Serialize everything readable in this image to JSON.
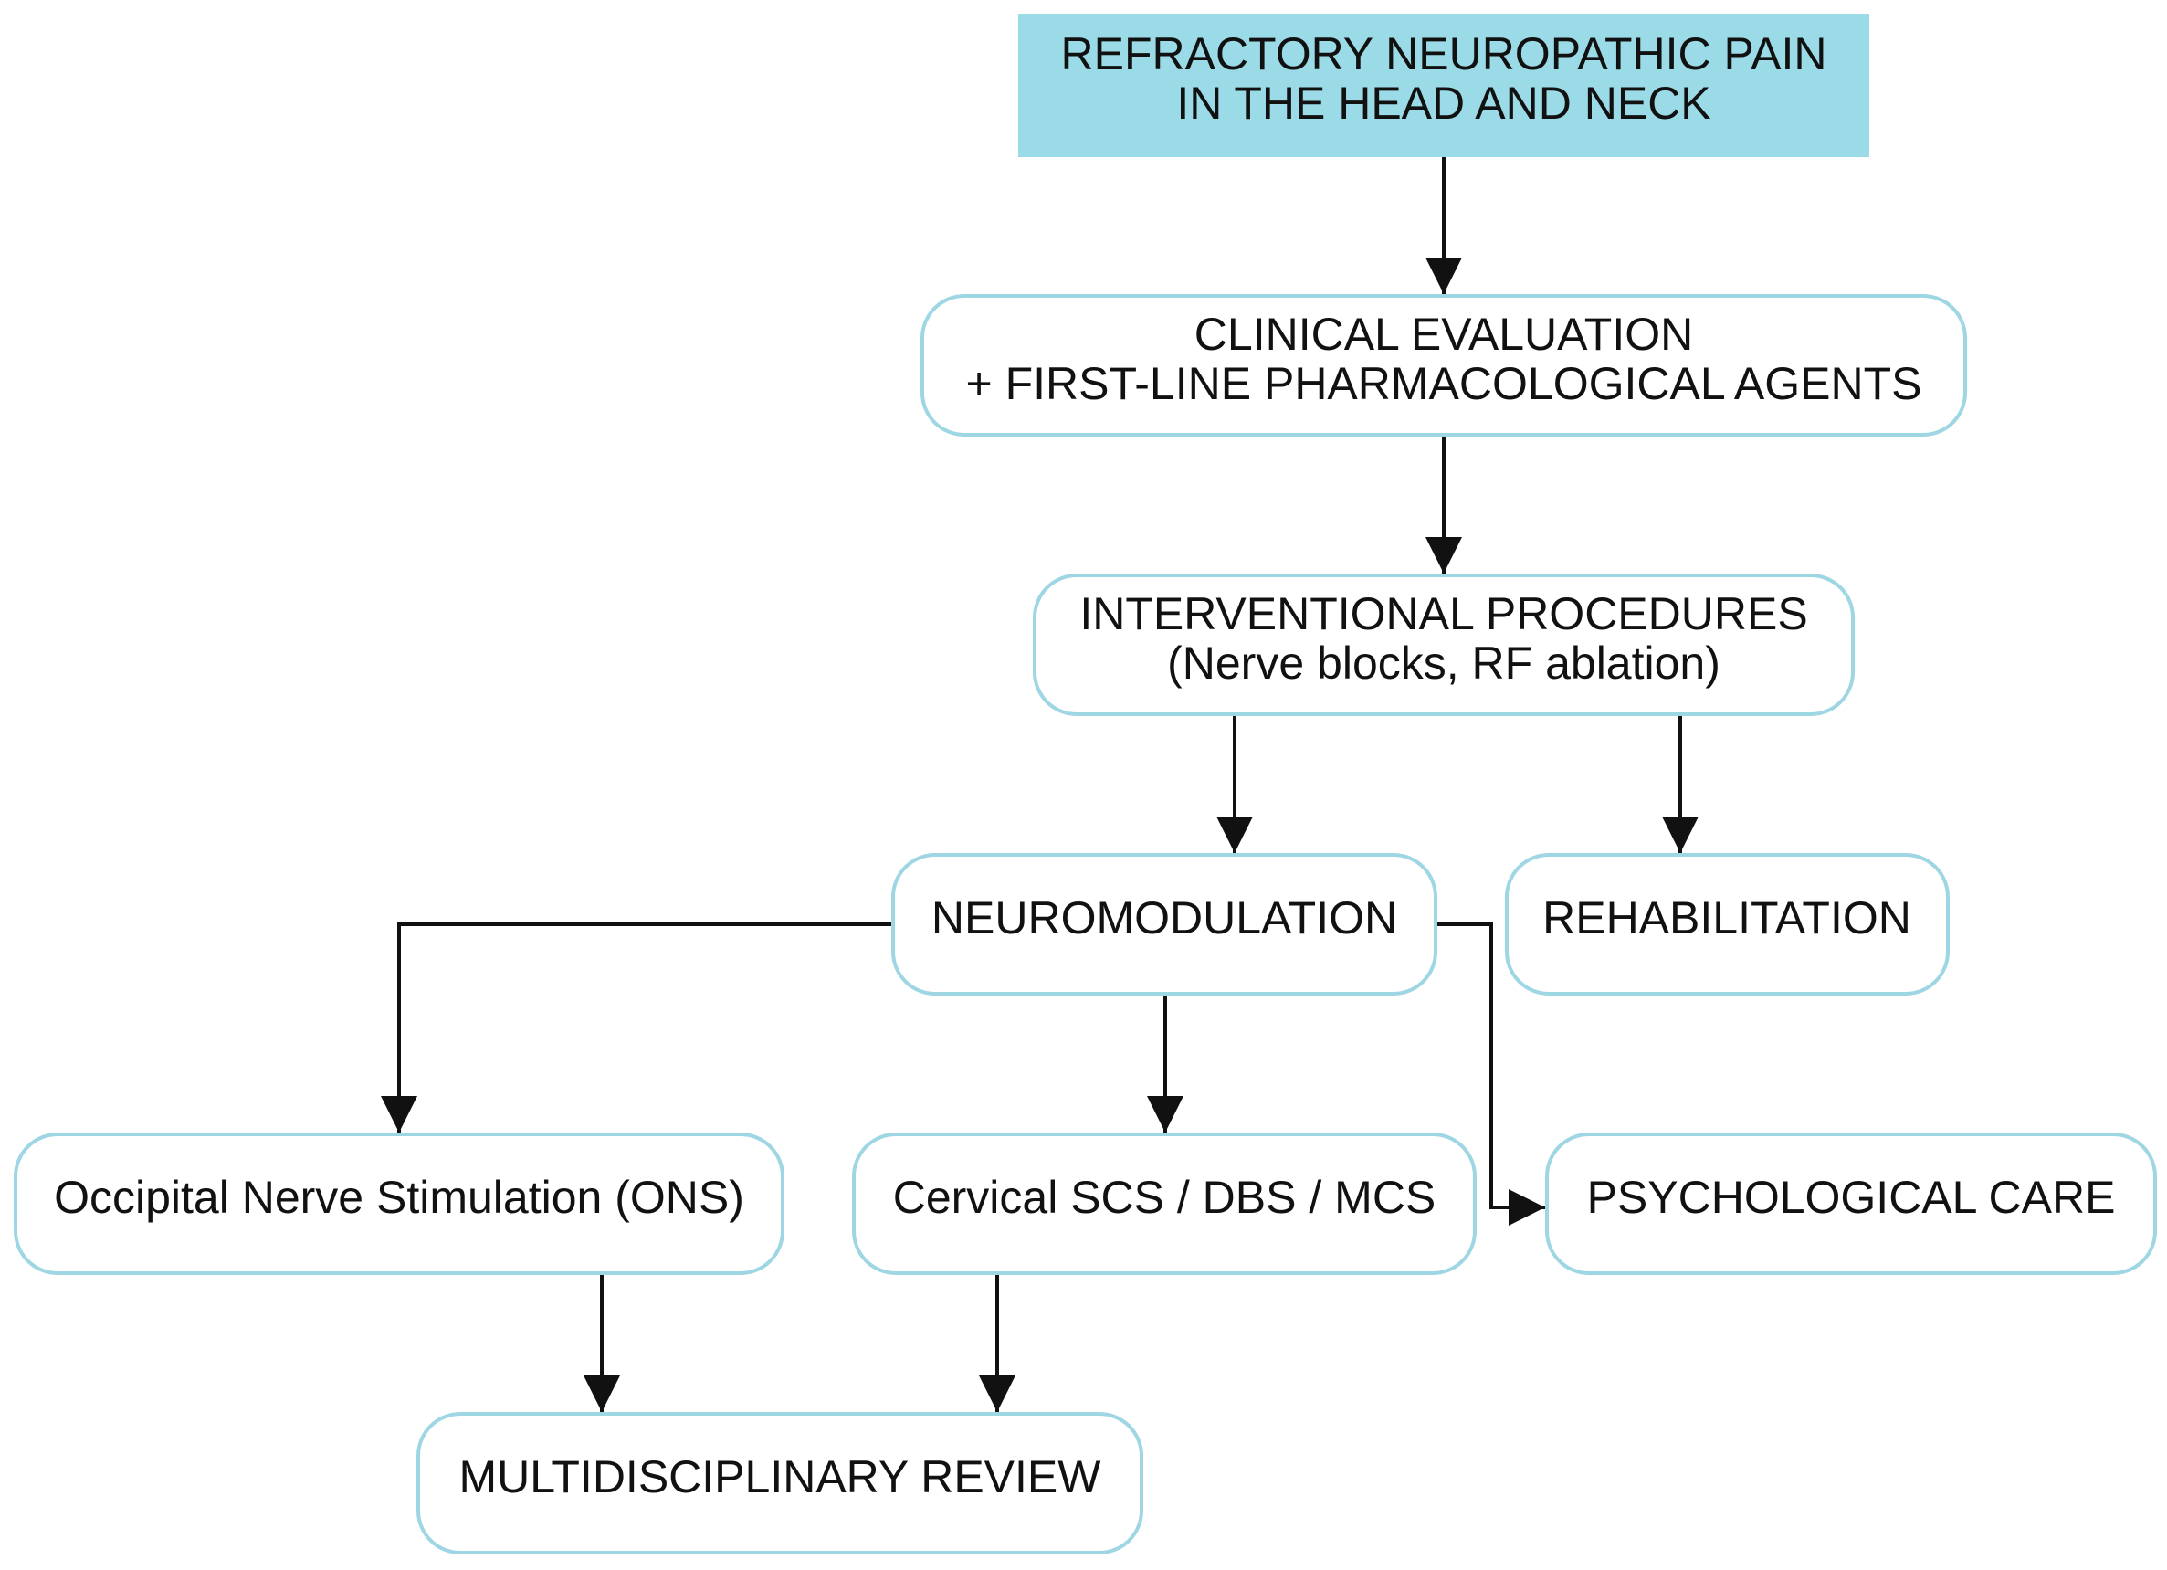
{
  "nodes": {
    "refractory_pain": {
      "line1": "REFRACTORY NEUROPATHIC PAIN",
      "line2": "IN THE HEAD AND NECK"
    },
    "clinical_evaluation": {
      "line1": "CLINICAL EVALUATION",
      "line2": "+ FIRST-LINE PHARMACOLOGICAL AGENTS"
    },
    "interventional_procedures": {
      "line1": "INTERVENTIONAL PROCEDURES",
      "line2": "(Nerve blocks, RF ablation)"
    },
    "neuromodulation": {
      "label": "NEUROMODULATION"
    },
    "rehabilitation": {
      "label": "REHABILITATION"
    },
    "ons": {
      "label": "Occipital Nerve Stimulation (ONS)"
    },
    "cervical_scs": {
      "label": "Cervical SCS / DBS / MCS"
    },
    "psychological_care": {
      "label": "PSYCHOLOGICAL CARE"
    },
    "multidisciplinary_review": {
      "label": "MULTIDISCIPLINARY REVIEW"
    }
  },
  "colors": {
    "header_fill": "#9bdbe7",
    "node_border": "#9fd6e4",
    "arrow": "#111111"
  }
}
